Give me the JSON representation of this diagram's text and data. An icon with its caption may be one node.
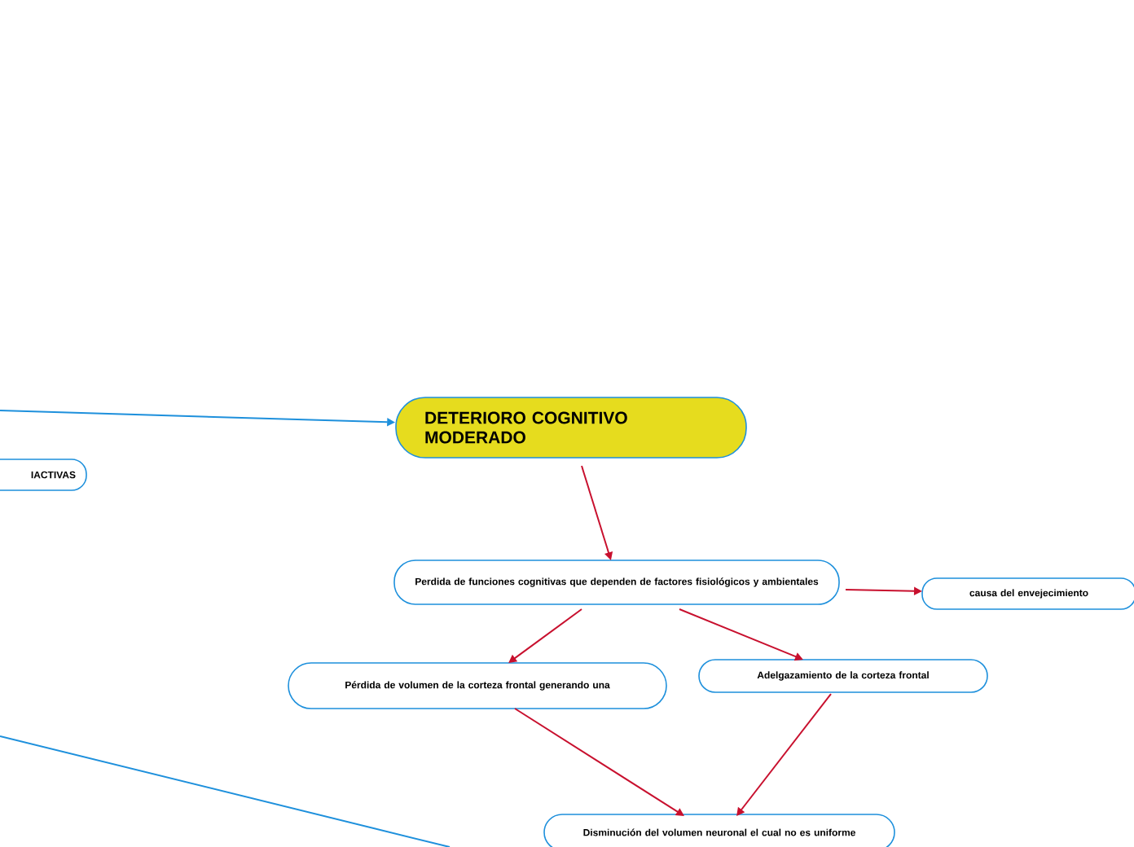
{
  "diagram": {
    "nodes": [
      {
        "text": [
          "DETERIORO COGNITIVO MODERADO"
        ]
      },
      {
        "text": [
          "IACTIVAS"
        ]
      },
      {
        "text": [
          "Perdida de funciones cognitivas que dependen de factores fisiológicos y ambientales"
        ]
      },
      {
        "text": [
          "causa del envejecimiento"
        ]
      },
      {
        "text": [
          "Pérdida de volumen de la corteza frontal generando una"
        ]
      },
      {
        "text": [
          "Adelgazamiento de la corteza frontal"
        ]
      },
      {
        "text": [
          "Disminución del volumen neuronal el cual no es uniforme"
        ]
      }
    ],
    "edges": [
      {
        "from": null,
        "to": 0,
        "arrow": "to",
        "color": "#1e90dc"
      },
      {
        "from": 0,
        "to": 2,
        "arrow": "to"
      },
      {
        "from": 2,
        "to": 3,
        "arrow": "to"
      },
      {
        "from": 2,
        "to": 4,
        "arrow": "to"
      },
      {
        "from": 2,
        "to": 5,
        "arrow": "to"
      },
      {
        "from": 4,
        "to": 6,
        "arrow": "to"
      },
      {
        "from": 5,
        "to": 6,
        "arrow": "to"
      }
    ]
  }
}
